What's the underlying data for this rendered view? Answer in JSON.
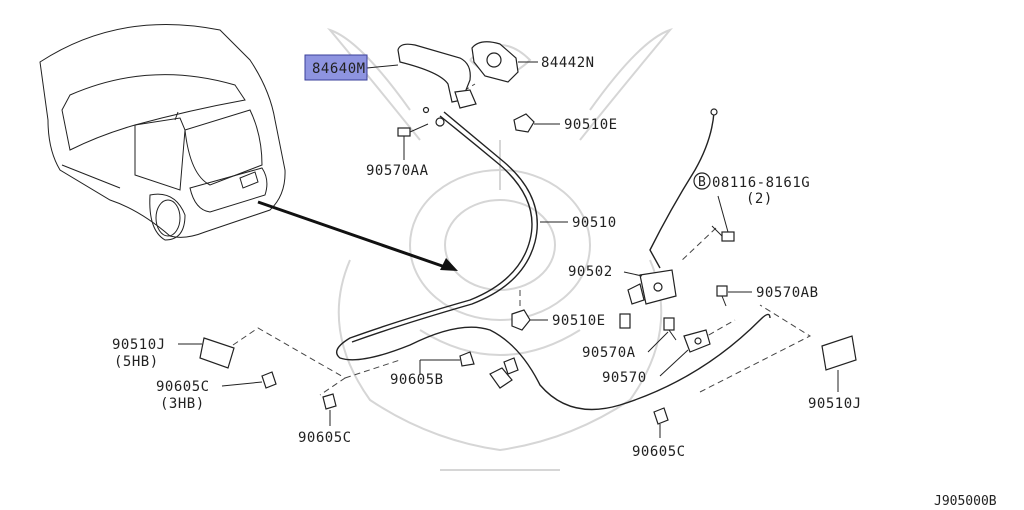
{
  "diagram_id": "J905000B",
  "highlight_color": "#8e94e0",
  "bolt_marker": "B",
  "labels": {
    "p84640m": "84640M",
    "p84442n": "84442N",
    "p90510e_top": "90510E",
    "p90570aa": "90570AA",
    "p08116": "08116-8161G",
    "p08116_qty": "(2)",
    "p90510": "90510",
    "p90502": "90502",
    "p90570ab": "90570AB",
    "p90510e_mid": "90510E",
    "p90510j_left": "90510J",
    "p90510j_left_note": "(5HB)",
    "p90605c_left": "90605C",
    "p90605c_left_note": "(3HB)",
    "p90605b": "90605B",
    "p90570a": "90570A",
    "p90570": "90570",
    "p90605c_bottom": "90605C",
    "p90605c_bottom2": "90605C",
    "p90510j_right": "90510J"
  }
}
